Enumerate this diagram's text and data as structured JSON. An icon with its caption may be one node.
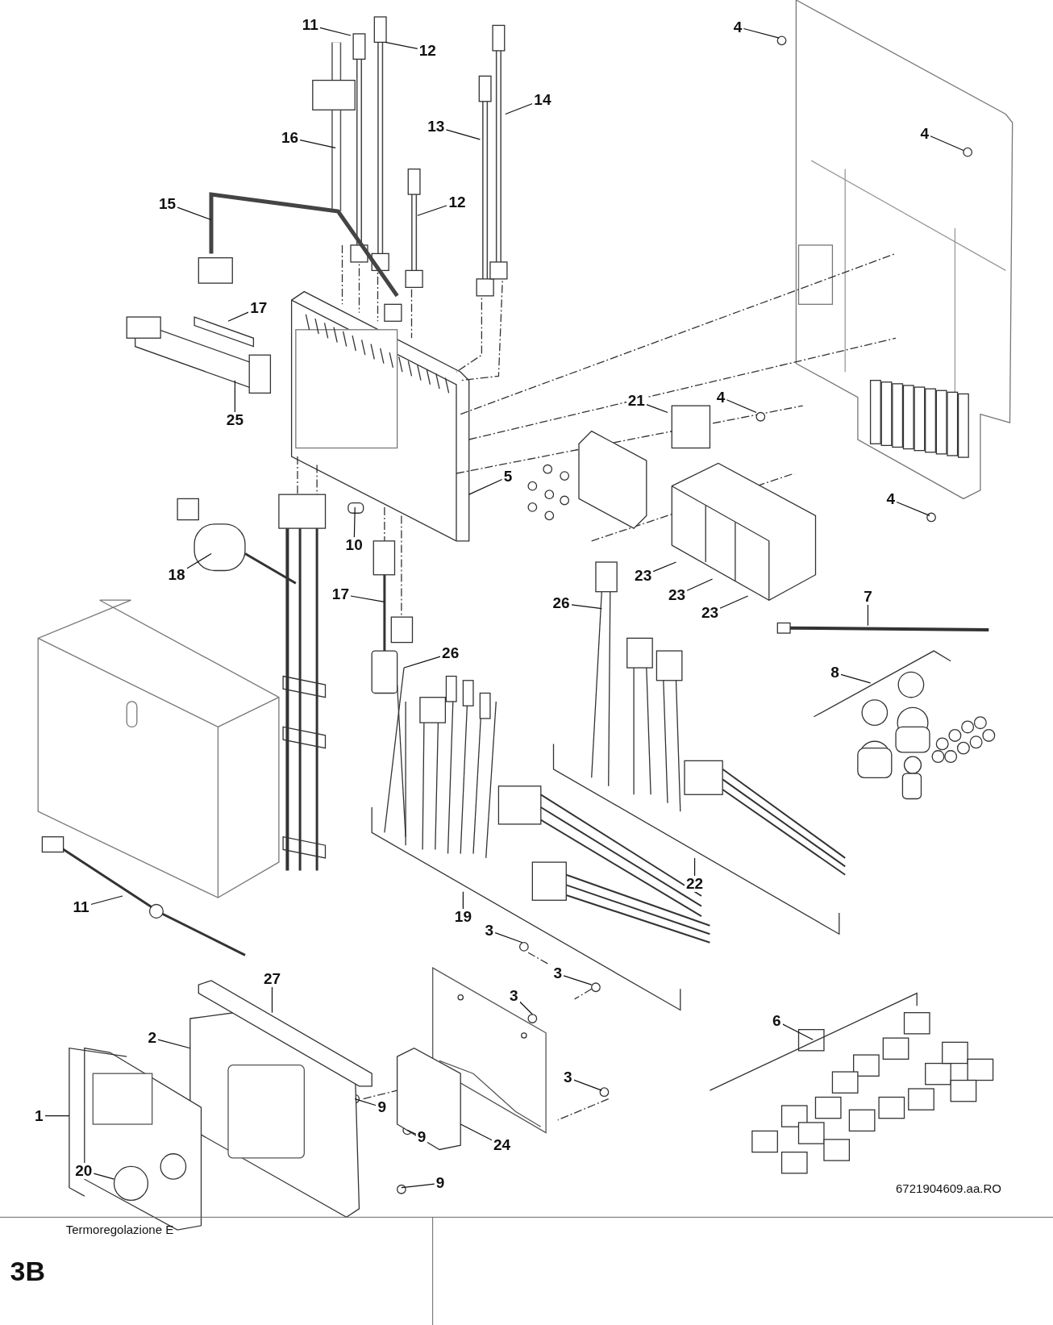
{
  "diagram": {
    "nodes": [
      {
        "text": [
          "11"
        ]
      },
      {
        "text": [
          "12"
        ]
      },
      {
        "text": [
          "14"
        ]
      },
      {
        "text": [
          "4"
        ]
      },
      {
        "text": [
          "13"
        ]
      },
      {
        "text": [
          "16"
        ]
      },
      {
        "text": [
          "4"
        ]
      },
      {
        "text": [
          "15"
        ]
      },
      {
        "text": [
          "12"
        ]
      },
      {
        "text": [
          "17"
        ]
      },
      {
        "text": [
          "25"
        ]
      },
      {
        "text": [
          "21"
        ]
      },
      {
        "text": [
          "4"
        ]
      },
      {
        "text": [
          "5"
        ]
      },
      {
        "text": [
          "4"
        ]
      },
      {
        "text": [
          "10"
        ]
      },
      {
        "text": [
          "18"
        ]
      },
      {
        "text": [
          "17"
        ]
      },
      {
        "text": [
          "26"
        ]
      },
      {
        "text": [
          "23"
        ]
      },
      {
        "text": [
          "23"
        ]
      },
      {
        "text": [
          "7"
        ]
      },
      {
        "text": [
          "23"
        ]
      },
      {
        "text": [
          "26"
        ]
      },
      {
        "text": [
          "8"
        ]
      },
      {
        "text": [
          "11"
        ]
      },
      {
        "text": [
          "19"
        ]
      },
      {
        "text": [
          "22"
        ]
      },
      {
        "text": [
          "3"
        ]
      },
      {
        "text": [
          "3"
        ]
      },
      {
        "text": [
          "3"
        ]
      },
      {
        "text": [
          "27"
        ]
      },
      {
        "text": [
          "6"
        ]
      },
      {
        "text": [
          "2"
        ]
      },
      {
        "text": [
          "3"
        ]
      },
      {
        "text": [
          "9"
        ]
      },
      {
        "text": [
          "1"
        ]
      },
      {
        "text": [
          "9"
        ]
      },
      {
        "text": [
          "24"
        ]
      },
      {
        "text": [
          "20"
        ]
      },
      {
        "text": [
          "9"
        ]
      }
    ],
    "edges": [
      {
        "from": 0,
        "to": null,
        "arrow": "none"
      },
      {
        "from": 1,
        "to": null,
        "arrow": "none"
      },
      {
        "from": 2,
        "to": null,
        "arrow": "none"
      },
      {
        "from": 3,
        "to": null,
        "arrow": "none"
      },
      {
        "from": 4,
        "to": null,
        "arrow": "none"
      },
      {
        "from": 5,
        "to": null,
        "arrow": "none"
      },
      {
        "from": 6,
        "to": null,
        "arrow": "none"
      },
      {
        "from": 7,
        "to": null,
        "arrow": "none"
      },
      {
        "from": 8,
        "to": null,
        "arrow": "none"
      },
      {
        "from": 9,
        "to": null,
        "arrow": "none"
      },
      {
        "from": 10,
        "to": null,
        "arrow": "none"
      },
      {
        "from": 11,
        "to": null,
        "arrow": "none"
      },
      {
        "from": 12,
        "to": null,
        "arrow": "none"
      },
      {
        "from": 13,
        "to": null,
        "arrow": "none"
      },
      {
        "from": 14,
        "to": null,
        "arrow": "none"
      },
      {
        "from": 15,
        "to": null,
        "arrow": "none"
      },
      {
        "from": 16,
        "to": null,
        "arrow": "none"
      },
      {
        "from": 17,
        "to": null,
        "arrow": "none"
      },
      {
        "from": 18,
        "to": null,
        "arrow": "none"
      },
      {
        "from": 19,
        "to": null,
        "arrow": "none"
      },
      {
        "from": 20,
        "to": null,
        "arrow": "none"
      },
      {
        "from": 21,
        "to": null,
        "arrow": "none"
      },
      {
        "from": 22,
        "to": null,
        "arrow": "none"
      },
      {
        "from": 23,
        "to": null,
        "arrow": "none"
      },
      {
        "from": 24,
        "to": null,
        "arrow": "none"
      },
      {
        "from": 25,
        "to": null,
        "arrow": "none"
      },
      {
        "from": 26,
        "to": null,
        "arrow": "none"
      },
      {
        "from": 27,
        "to": null,
        "arrow": "none"
      },
      {
        "from": 28,
        "to": null,
        "arrow": "none"
      },
      {
        "from": 29,
        "to": null,
        "arrow": "none"
      },
      {
        "from": 30,
        "to": null,
        "arrow": "none"
      },
      {
        "from": 31,
        "to": null,
        "arrow": "none"
      },
      {
        "from": 32,
        "to": null,
        "arrow": "none"
      },
      {
        "from": 33,
        "to": null,
        "arrow": "none"
      },
      {
        "from": 34,
        "to": null,
        "arrow": "none"
      },
      {
        "from": 35,
        "to": null,
        "arrow": "none"
      },
      {
        "from": 36,
        "to": null,
        "arrow": "none"
      },
      {
        "from": 37,
        "to": null,
        "arrow": "none"
      },
      {
        "from": 38,
        "to": null,
        "arrow": "none"
      },
      {
        "from": 39,
        "to": null,
        "arrow": "none"
      },
      {
        "from": 40,
        "to": null,
        "arrow": "none"
      }
    ],
    "labels": [
      "6721904609.aa.RO",
      "Termoregolazione E",
      "3B"
    ]
  }
}
